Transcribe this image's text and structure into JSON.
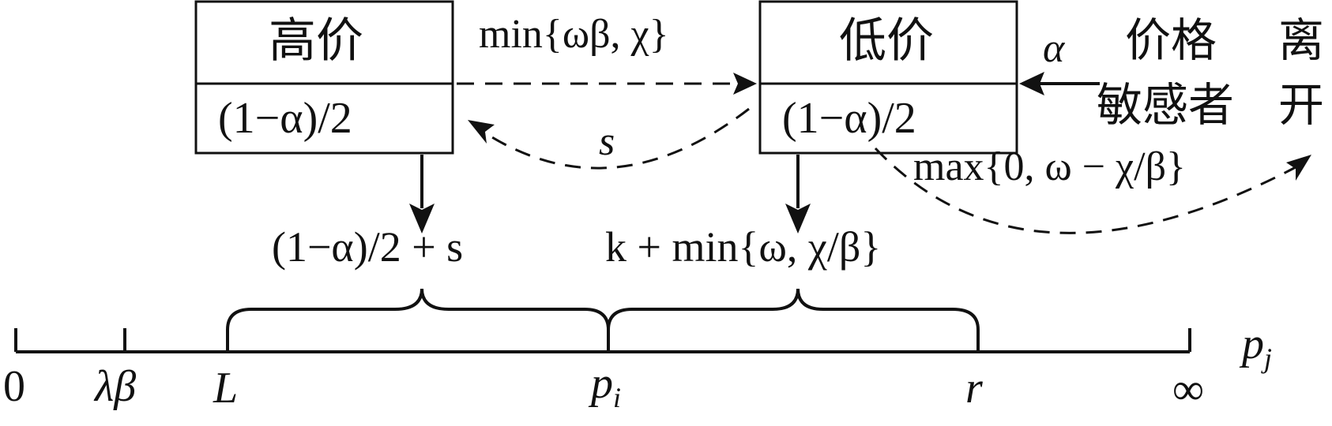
{
  "boxes": {
    "high": {
      "title": "高价",
      "share": "(1−α)/2"
    },
    "low": {
      "title": "低价",
      "share": "(1−α)/2"
    }
  },
  "flows": {
    "high_to_low": "min{ωβ, χ}",
    "low_to_high": "s",
    "sensitive_in": "α",
    "low_to_leave": "max{0, ω − χ/β}"
  },
  "groups": {
    "sensitive_line1": "价格",
    "sensitive_line2": "敏感者",
    "leave_line1": "离",
    "leave_line2": "开"
  },
  "intervals": {
    "left": "(1−α)/2 + s",
    "right": "k + min{ω, χ/β}"
  },
  "axis": {
    "name": "p",
    "name_sub": "j",
    "ticks": [
      {
        "label": "0"
      },
      {
        "label": "λβ"
      },
      {
        "label": "L"
      },
      {
        "label": "p",
        "sub": "i"
      },
      {
        "label": "r"
      },
      {
        "label": "∞"
      }
    ]
  }
}
